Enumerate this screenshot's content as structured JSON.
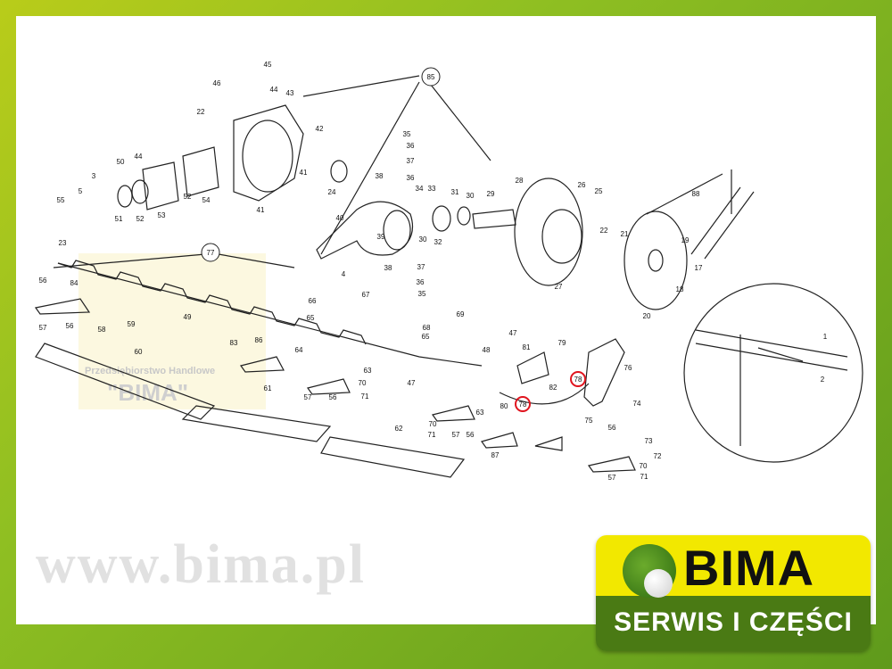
{
  "watermark": {
    "url": "www.bima.pl",
    "company": "Przedsiębiorstwo Handlowe",
    "name": "\"BIMA\""
  },
  "logo": {
    "brand": "BIMA",
    "tagline": "SERWIS I CZĘŚCI"
  },
  "colors": {
    "highlight": "#e0141e",
    "logo_yellow": "#f2e800",
    "logo_green": "#4a7a14"
  },
  "parts": [
    "45",
    "46",
    "44",
    "43",
    "22",
    "42",
    "35",
    "36",
    "37",
    "50",
    "44",
    "3",
    "5",
    "55",
    "51",
    "52",
    "53",
    "52",
    "54",
    "41",
    "24",
    "38",
    "36",
    "41",
    "34",
    "33",
    "31",
    "30",
    "29",
    "28",
    "26",
    "25",
    "40",
    "39",
    "30",
    "32",
    "22",
    "23",
    "77",
    "85",
    "88",
    "21",
    "19",
    "17",
    "18",
    "27",
    "20",
    "38",
    "37",
    "36",
    "35",
    "4",
    "56",
    "84",
    "67",
    "66",
    "49",
    "65",
    "69",
    "57",
    "56",
    "58",
    "59",
    "83",
    "86",
    "68",
    "65",
    "47",
    "81",
    "79",
    "60",
    "64",
    "48",
    "76",
    "63",
    "1",
    "2",
    "61",
    "62",
    "57",
    "56",
    "70",
    "71",
    "47",
    "82",
    "78",
    "78",
    "80",
    "75",
    "74",
    "63",
    "70",
    "71",
    "57",
    "56",
    "87",
    "56",
    "73",
    "72",
    "70",
    "57",
    "71"
  ]
}
